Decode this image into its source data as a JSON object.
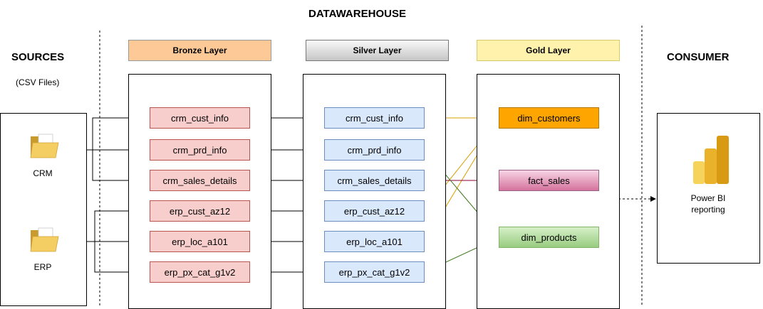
{
  "diagram": {
    "title": "DATAWAREHOUSE",
    "sources": {
      "title": "SOURCES",
      "subtitle": "(CSV Files)",
      "crm_label": "CRM",
      "erp_label": "ERP"
    },
    "consumer": {
      "title": "CONSUMER",
      "label_line1": "Power BI",
      "label_line2": "reporting"
    },
    "bronze": {
      "header": "Bronze Layer",
      "items": [
        "crm_cust_info",
        "crm_prd_info",
        "crm_sales_details",
        "erp_cust_az12",
        "erp_loc_a101",
        "erp_px_cat_g1v2"
      ]
    },
    "silver": {
      "header": "Silver Layer",
      "items": [
        "crm_cust_info",
        "crm_prd_info",
        "crm_sales_details",
        "erp_cust_az12",
        "erp_loc_a101",
        "erp_px_cat_g1v2"
      ]
    },
    "gold": {
      "header": "Gold Layer",
      "items": [
        "dim_customers",
        "fact_sales",
        "dim_products"
      ]
    }
  },
  "colors": {
    "gold_flow": "#d6a000",
    "product_flow": "#3f7a1c",
    "sales_flow": "#8b0033",
    "arrow": "#000000"
  }
}
